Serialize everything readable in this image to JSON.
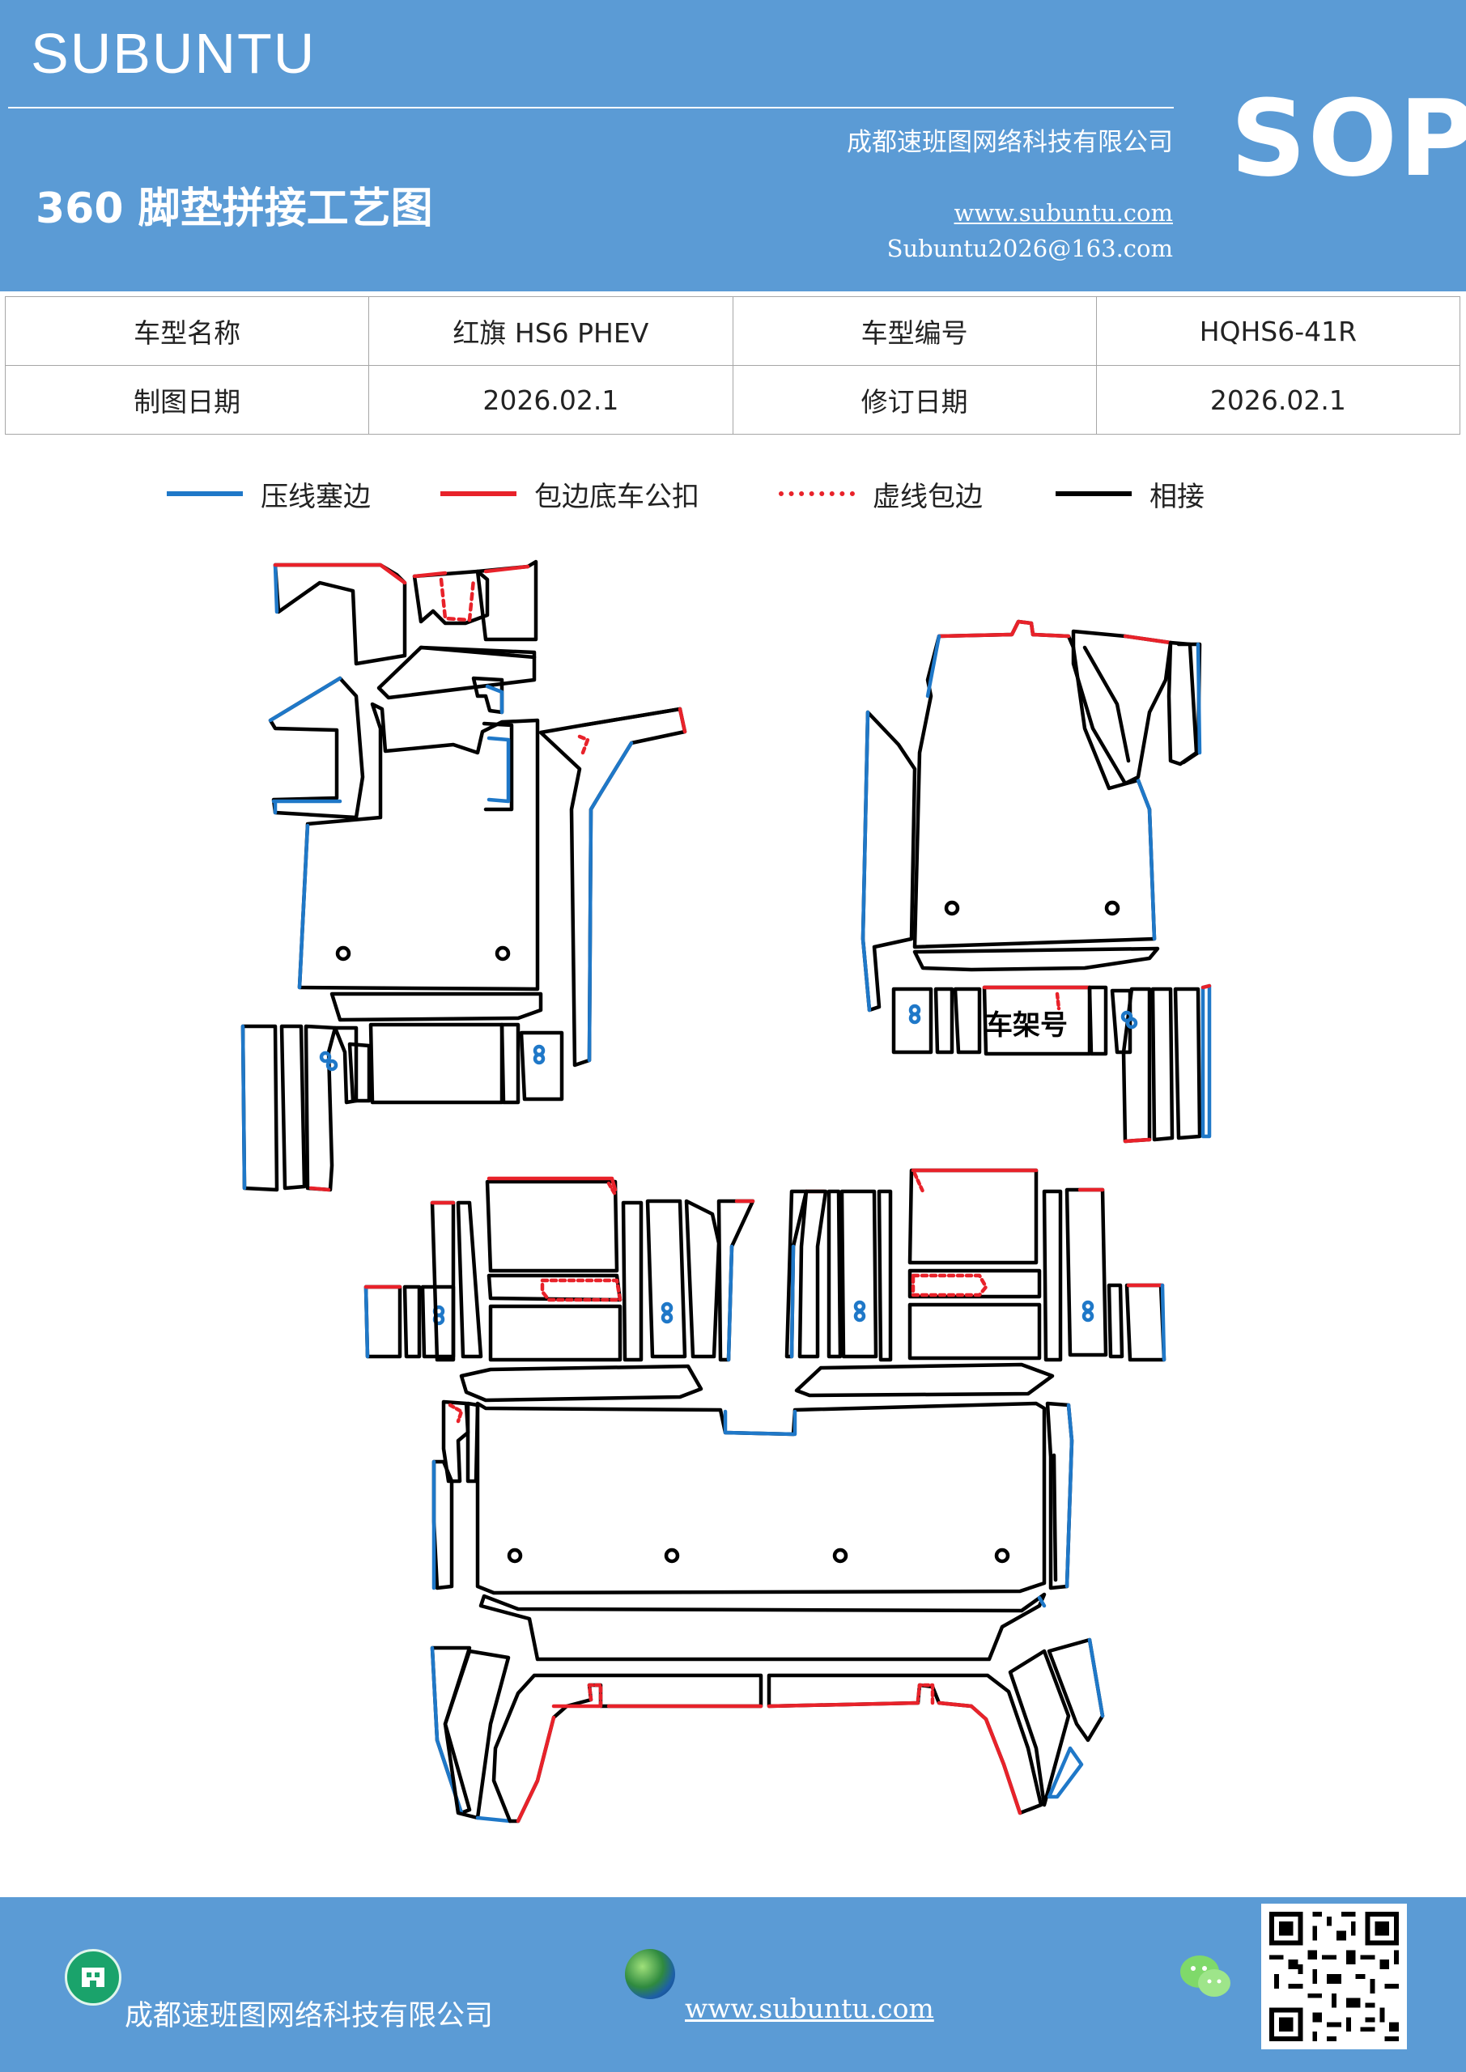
{
  "header": {
    "brand": "SUBUNTU",
    "company": "成都速班图网络科技有限公司",
    "badge": "SOP",
    "title": "360 脚垫拼接工艺图",
    "website": "www.subuntu.com",
    "email": "Subuntu2026@163.com"
  },
  "info_table": {
    "rows": [
      [
        "车型名称",
        "红旗 HS6  PHEV",
        "车型编号",
        "HQHS6-41R"
      ],
      [
        "制图日期",
        "2026.02.1",
        "修订日期",
        "2026.02.1"
      ]
    ]
  },
  "legend": {
    "items": [
      {
        "label": "压线塞边",
        "color": "#1f78c8",
        "style": "solid"
      },
      {
        "label": "包边底车公扣",
        "color": "#e8222a",
        "style": "solid"
      },
      {
        "label": "虚线包边",
        "color": "#e8222a",
        "style": "dotted"
      },
      {
        "label": "相接",
        "color": "#000000",
        "style": "solid"
      }
    ]
  },
  "diagram": {
    "label": "车架号",
    "colors": {
      "press": "#1f78c8",
      "wrap": "#e8222a",
      "join": "#000000"
    }
  },
  "footer": {
    "company": "成都速班图网络科技有限公司",
    "website": "www.subuntu.com"
  }
}
